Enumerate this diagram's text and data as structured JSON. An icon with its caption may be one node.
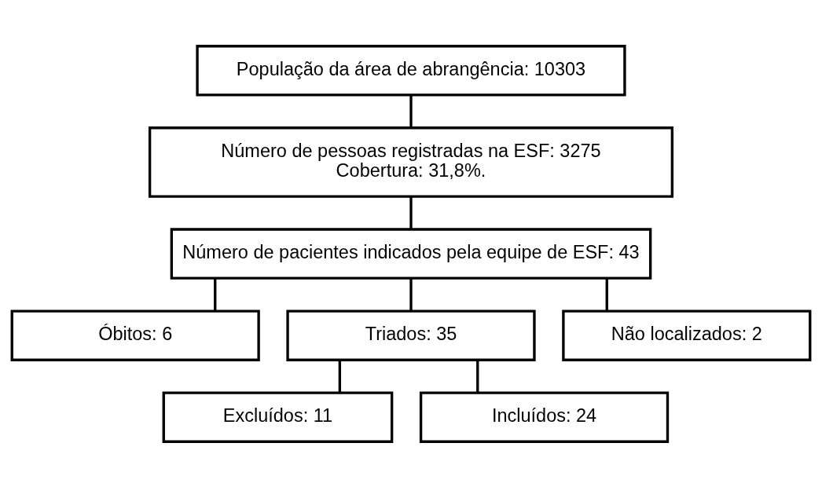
{
  "diagram": {
    "nodes": [
      {
        "text": [
          "População da área de abrangência: 10303"
        ]
      },
      {
        "text": [
          "Número de pessoas registradas na ESF: 3275",
          "Cobertura: 31,8%."
        ]
      },
      {
        "text": [
          "Número de pacientes indicados pela equipe de ESF: 43"
        ]
      },
      {
        "text": [
          "Óbitos: 6"
        ]
      },
      {
        "text": [
          "Triados: 35"
        ]
      },
      {
        "text": [
          "Não localizados: 2"
        ]
      },
      {
        "text": [
          "Excluídos: 11"
        ]
      },
      {
        "text": [
          "Incluídos: 24"
        ]
      }
    ],
    "edges": [
      {
        "from": 0,
        "to": 1,
        "arrow": "none"
      },
      {
        "from": 1,
        "to": 2,
        "arrow": "none"
      },
      {
        "from": 2,
        "to": 3,
        "arrow": "none"
      },
      {
        "from": 2,
        "to": 4,
        "arrow": "none"
      },
      {
        "from": 2,
        "to": 5,
        "arrow": "none"
      },
      {
        "from": 4,
        "to": 6,
        "arrow": "none"
      },
      {
        "from": 4,
        "to": 7,
        "arrow": "none"
      }
    ]
  }
}
